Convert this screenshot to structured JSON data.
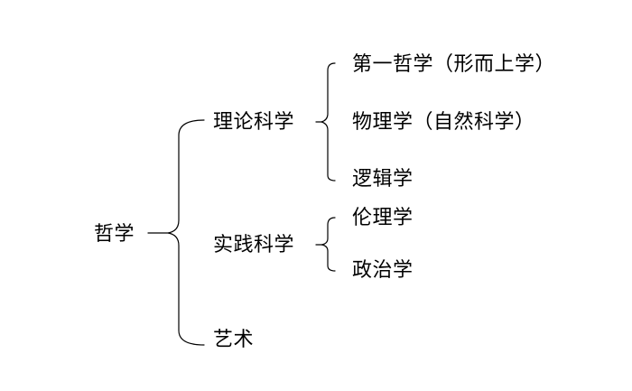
{
  "root": {
    "label": "哲学"
  },
  "level1": [
    {
      "label": "理论科学",
      "children": [
        {
          "label": "第一哲学（形而上学）"
        },
        {
          "label": "物理学（自然科学）"
        },
        {
          "label": "逻辑学"
        }
      ]
    },
    {
      "label": "实践科学",
      "children": [
        {
          "label": "伦理学"
        },
        {
          "label": "政治学"
        }
      ]
    },
    {
      "label": "艺术",
      "children": []
    }
  ],
  "colors": {
    "text": "#000000",
    "lines": "#000000",
    "background": "#ffffff"
  }
}
